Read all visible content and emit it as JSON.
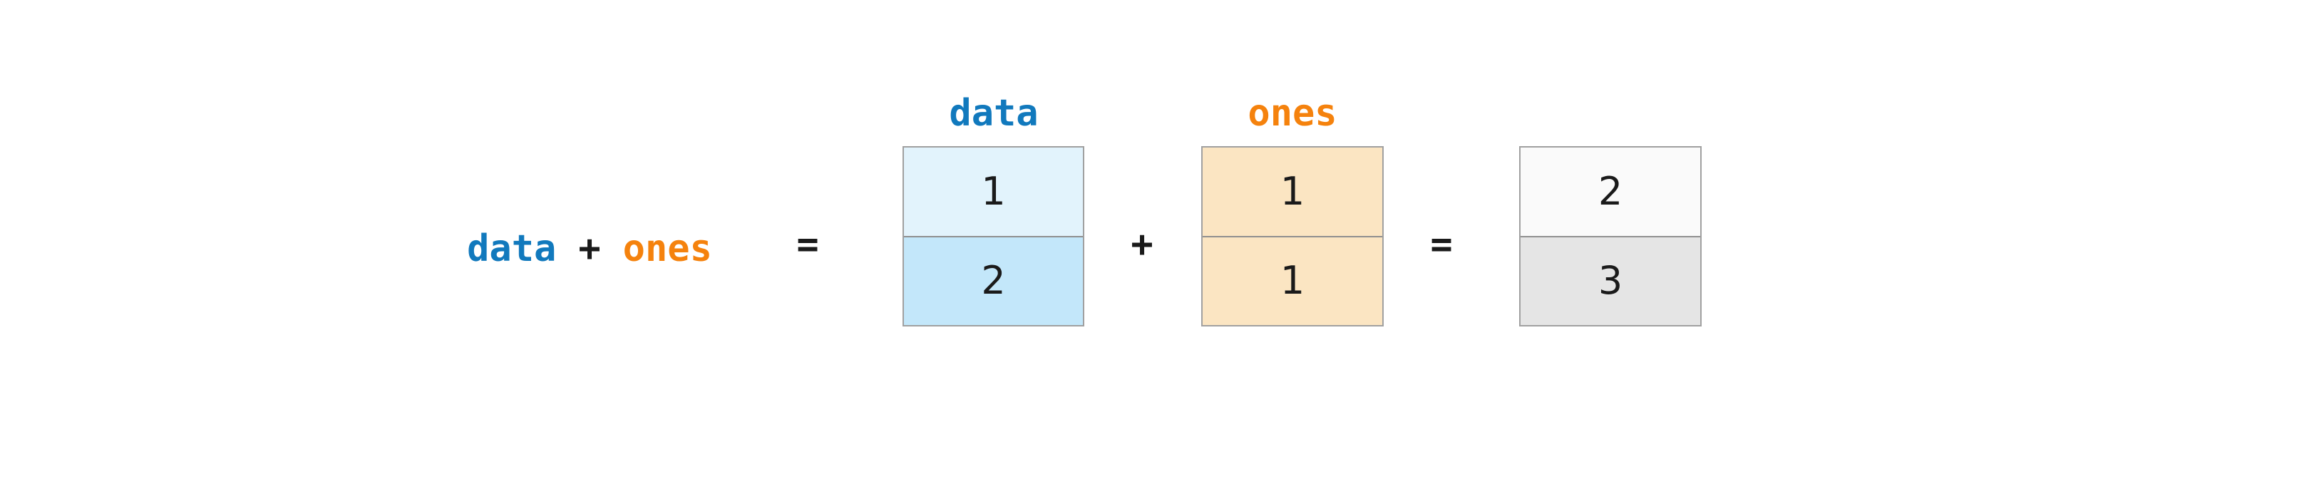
{
  "expression": {
    "data": "data",
    "plus": "+",
    "ones": "ones"
  },
  "operators": {
    "equals": "=",
    "plus": "+"
  },
  "tensors": {
    "data": {
      "label": "data",
      "cells": [
        "1",
        "2"
      ]
    },
    "ones": {
      "label": "ones",
      "cells": [
        "1",
        "1"
      ]
    },
    "result": {
      "cells": [
        "2",
        "3"
      ]
    }
  },
  "colors": {
    "background": "#ffffff",
    "blue": "#1179bd",
    "orange": "#f5820d",
    "text": "#1a1a1a",
    "cell-blue-light": "#e2f3fc",
    "cell-blue": "#c3e7fa",
    "cell-tan": "#fbe5c2",
    "cell-white": "#fafafa",
    "cell-gray": "#e5e5e5",
    "border": "#a0a0a0",
    "divider": "#8f8f8f"
  }
}
